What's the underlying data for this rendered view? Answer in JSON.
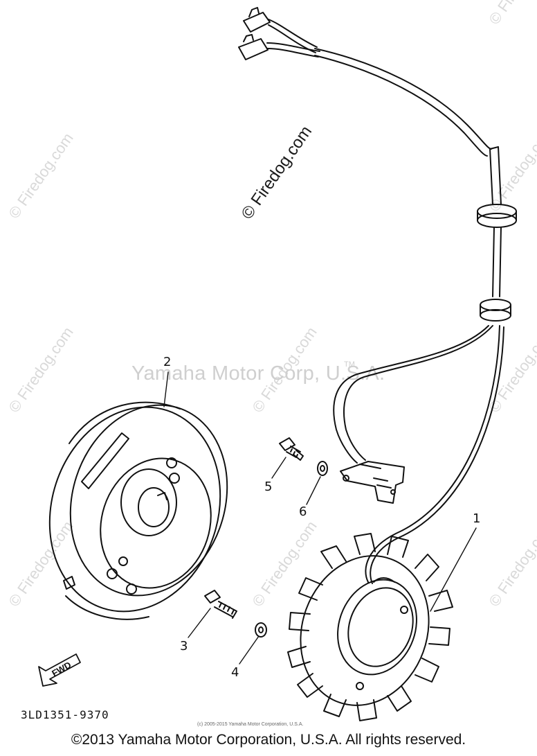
{
  "watermarks": {
    "firedog_main": "© Firedog.com",
    "firedog_tile": "© Firedog.com",
    "yamaha": "Yamaha Motor Corp, U.S.A.",
    "trademark": "TM"
  },
  "callouts": {
    "part1": "1",
    "part2": "2",
    "part3": "3",
    "part4": "4",
    "part5": "5",
    "part6": "6"
  },
  "fwd_label": "FWD",
  "part_code": "3LD1351-9370",
  "small_copyright": "(c) 2005-2015 Yamaha Motor Corporation, U.S.A.",
  "copyright": "©2013 Yamaha Motor Corporation, U.S.A. All rights reserved.",
  "colors": {
    "line": "#111111",
    "watermark": "#d9d9d9"
  }
}
